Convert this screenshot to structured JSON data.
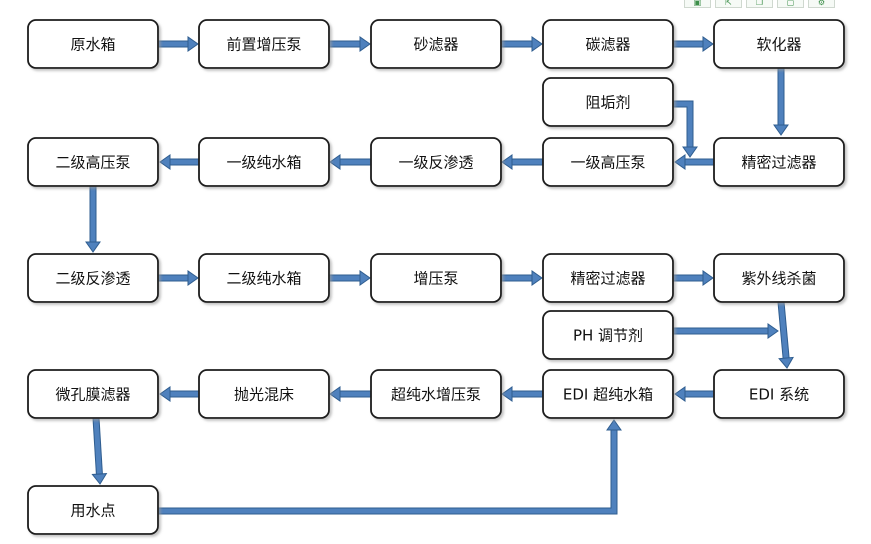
{
  "diagram": {
    "colors": {
      "arrow_fill": "#4f81bd",
      "arrow_stroke": "#2f5d8f",
      "box_stroke": "#1a1a1a"
    },
    "nodes": [
      {
        "id": "n1",
        "label": "原水箱"
      },
      {
        "id": "n2",
        "label": "前置增压泵"
      },
      {
        "id": "n3",
        "label": "砂滤器"
      },
      {
        "id": "n4",
        "label": "碳滤器"
      },
      {
        "id": "n5",
        "label": "软化器"
      },
      {
        "id": "n6",
        "label": "阻垢剂"
      },
      {
        "id": "n7",
        "label": "二级高压泵"
      },
      {
        "id": "n8",
        "label": "一级纯水箱"
      },
      {
        "id": "n9",
        "label": "一级反渗透"
      },
      {
        "id": "n10",
        "label": "一级高压泵"
      },
      {
        "id": "n11",
        "label": "精密过滤器"
      },
      {
        "id": "n12",
        "label": "二级反渗透"
      },
      {
        "id": "n13",
        "label": "二级纯水箱"
      },
      {
        "id": "n14",
        "label": "增压泵"
      },
      {
        "id": "n15",
        "label": "精密过滤器"
      },
      {
        "id": "n16",
        "label": "紫外线杀菌"
      },
      {
        "id": "n17",
        "label": "PH 调节剂"
      },
      {
        "id": "n18",
        "label": "微孔膜滤器"
      },
      {
        "id": "n19",
        "label": "抛光混床"
      },
      {
        "id": "n20",
        "label": "超纯水增压泵"
      },
      {
        "id": "n21",
        "label": "EDI 超纯水箱"
      },
      {
        "id": "n22",
        "label": "EDI 系统"
      },
      {
        "id": "n23",
        "label": "用水点"
      }
    ],
    "edges": [
      {
        "from": "n1",
        "to": "n2"
      },
      {
        "from": "n2",
        "to": "n3"
      },
      {
        "from": "n3",
        "to": "n4"
      },
      {
        "from": "n4",
        "to": "n5"
      },
      {
        "from": "n5",
        "to": "n11"
      },
      {
        "from": "n6",
        "to": "n10"
      },
      {
        "from": "n11",
        "to": "n10"
      },
      {
        "from": "n10",
        "to": "n9"
      },
      {
        "from": "n9",
        "to": "n8"
      },
      {
        "from": "n8",
        "to": "n7"
      },
      {
        "from": "n7",
        "to": "n12"
      },
      {
        "from": "n12",
        "to": "n13"
      },
      {
        "from": "n13",
        "to": "n14"
      },
      {
        "from": "n14",
        "to": "n15"
      },
      {
        "from": "n15",
        "to": "n16"
      },
      {
        "from": "n16",
        "to": "n22"
      },
      {
        "from": "n17",
        "to": "n22"
      },
      {
        "from": "n22",
        "to": "n21"
      },
      {
        "from": "n21",
        "to": "n20"
      },
      {
        "from": "n20",
        "to": "n19"
      },
      {
        "from": "n19",
        "to": "n18"
      },
      {
        "from": "n18",
        "to": "n23"
      },
      {
        "from": "n23",
        "to": "n21"
      }
    ]
  },
  "toolbar": {
    "icons": [
      "sheet-icon",
      "pointer-icon",
      "copy-icon",
      "window-icon",
      "settings-icon"
    ]
  }
}
